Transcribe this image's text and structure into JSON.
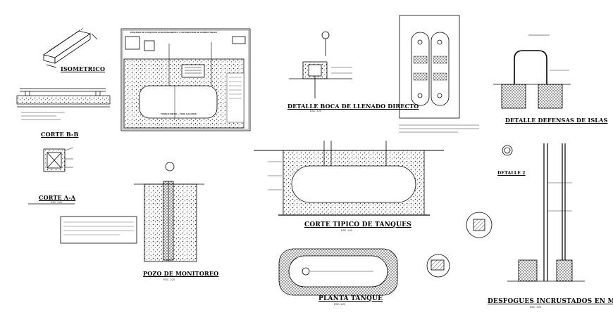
{
  "sheet": {
    "titles": {
      "isometrico": "ISOMETRICO",
      "corte_bb": "CORTE B-B",
      "corte_aa": "CORTE A-A",
      "pozo_monitoreo": "POZO DE MONITOREO",
      "boca_llenado": "DETALLE BOCA DE LLENADO DIRECTO",
      "corte_tipico_tanques": "CORTE TIPICO DE TANQUES",
      "planta_tanque": "PLANTA TANQUE",
      "defensas_islas": "DETALLE DEFENSAS DE ISLAS",
      "desfogues": "DESFOGUES INCRUSTADOS EN MUROS",
      "detalle_2": "DETALLE 2"
    },
    "scale_text": "ESC. 1:20",
    "panel_header": "ESQUEMA DE TANQUE DE ALMACENAMIENTO Y DISTRIBUCION DE COMBUSTIBLES",
    "panel_caption": "TANQUE DIESEL - 12000 GALONES",
    "colors": {
      "line": "#000000",
      "hatch": "#444444",
      "paper": "#ffffff"
    }
  }
}
